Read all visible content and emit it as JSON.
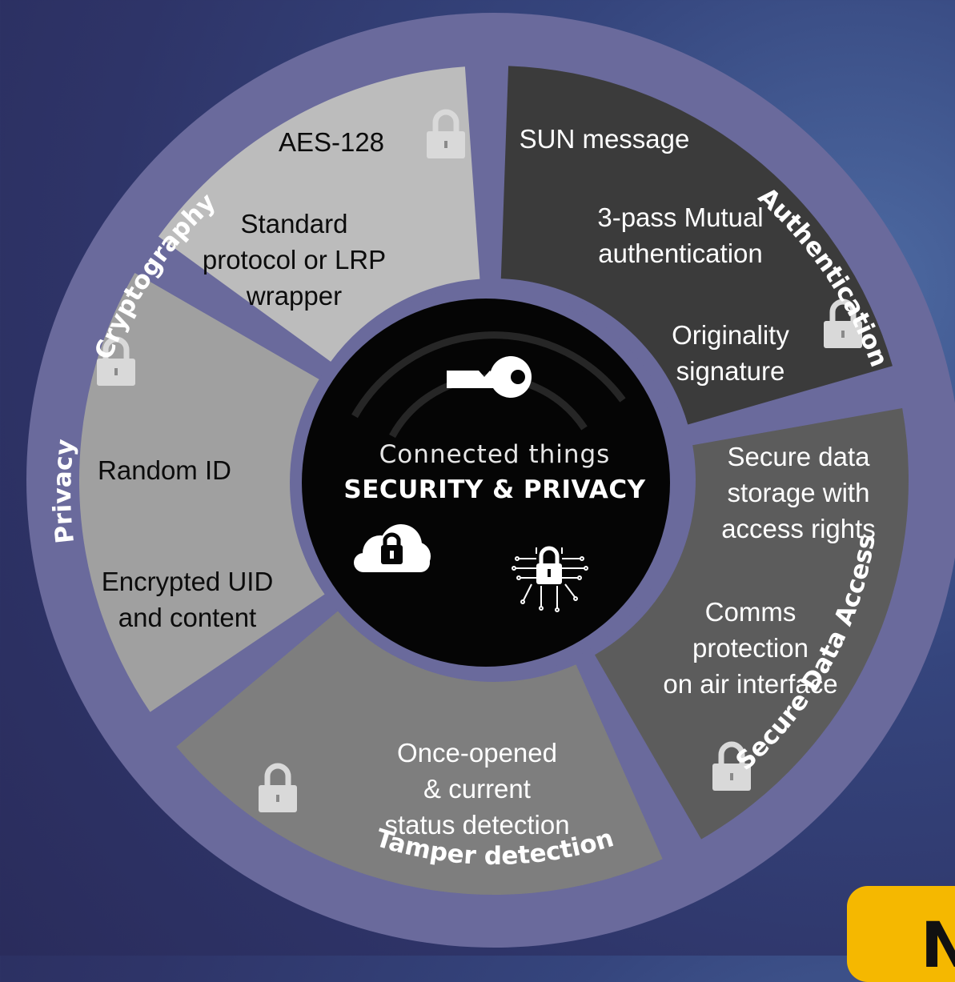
{
  "hub": {
    "subtitle": "Connected things",
    "title": "SECURITY & PRIVACY"
  },
  "ring_labels": {
    "cryptography": "Cryptography",
    "authentication": "Authentication",
    "secure_data_access": "Secure Data Access",
    "tamper_detection": "Tamper detection",
    "privacy": "Privacy"
  },
  "segments": {
    "cryptography": {
      "color": "#bcbcbc",
      "items": [
        "AES-128",
        "Standard\nprotocol or LRP\nwrapper"
      ]
    },
    "authentication": {
      "color": "#3b3b3b",
      "items": [
        "SUN message",
        "3-pass Mutual\nauthentication",
        "Originality\nsignature"
      ]
    },
    "secure_data_access": {
      "color": "#5c5c5c",
      "items": [
        "Secure  data\nstorage   with\naccess rights",
        "Comms\nprotection\non air interface"
      ]
    },
    "tamper_detection": {
      "color": "#7e7e7e",
      "items": [
        "Once-opened\n& current\nstatus detection"
      ]
    },
    "privacy": {
      "color": "#a0a0a0",
      "items": [
        "Random ID",
        "Encrypted UID\nand content"
      ]
    }
  },
  "colors": {
    "ring": "#6a6a9c",
    "hub": "#050505",
    "lock": "#d9d9d9",
    "badge": "#f5b800"
  },
  "icons": [
    "key-icon",
    "cloud-lock-icon",
    "circuit-lock-icon",
    "padlock-icon"
  ],
  "badge": {
    "text": "N"
  }
}
